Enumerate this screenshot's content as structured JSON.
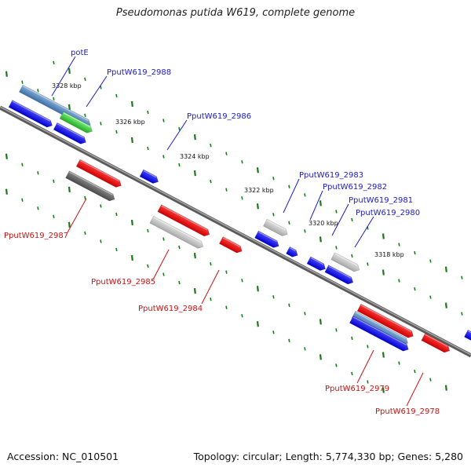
{
  "title": "Pseudomonas putida W619, complete genome",
  "footer": {
    "accession": "Accession: NC_010501",
    "summary": "Topology: circular; Length: 5,774,330 bp; Genes: 5,280"
  },
  "colors": {
    "forward_label": "#1a1acc",
    "reverse_label": "#cc1111",
    "backbone": "#6e6e6e",
    "tick": "#1a7a1a"
  },
  "scale_labels": [
    "3328 kbp",
    "3326 kbp",
    "3324 kbp",
    "3322 kbp",
    "3320 kbp",
    "3318 kbp"
  ],
  "gene_labels": {
    "forward": [
      "potE",
      "PputW619_2988",
      "PputW619_2986",
      "PputW619_2983",
      "PputW619_2982",
      "PputW619_2981",
      "PputW619_2980"
    ],
    "reverse": [
      "PputW619_2987",
      "PputW619_2985",
      "PputW619_2984",
      "PputW619_2979",
      "PputW619_2978"
    ]
  }
}
